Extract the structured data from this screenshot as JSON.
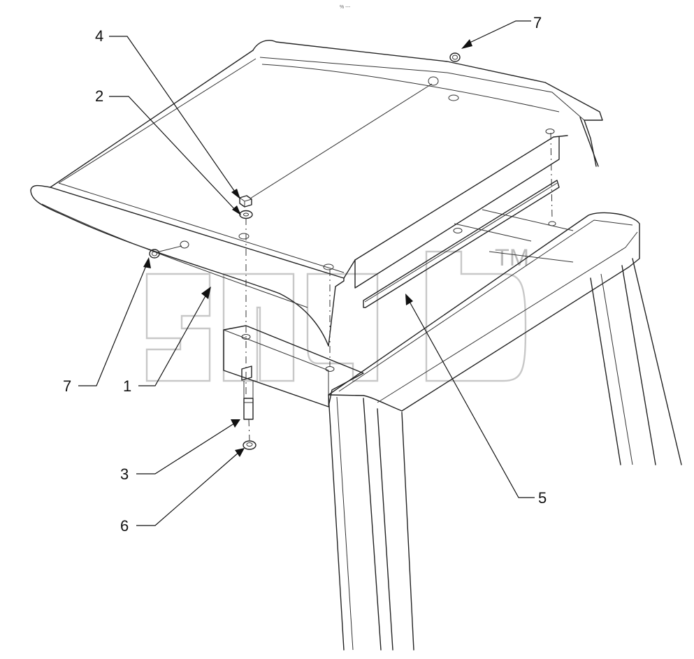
{
  "header": {
    "mark": "% ---"
  },
  "watermark": {
    "text": "эпдв",
    "tm": "TM"
  },
  "callouts": [
    {
      "id": "c4",
      "label": "4"
    },
    {
      "id": "c2",
      "label": "2"
    },
    {
      "id": "c7top",
      "label": "7"
    },
    {
      "id": "c7left",
      "label": "7"
    },
    {
      "id": "c1",
      "label": "1"
    },
    {
      "id": "c3",
      "label": "3"
    },
    {
      "id": "c6",
      "label": "6"
    },
    {
      "id": "c5",
      "label": "5"
    }
  ]
}
